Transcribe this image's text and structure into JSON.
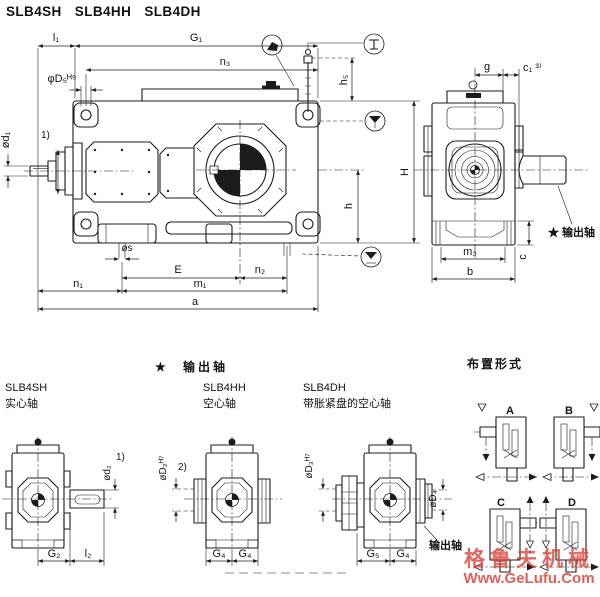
{
  "title": "SLB4SH  SLB4HH  SLB4DH",
  "colors": {
    "line": "#1c1c1c",
    "watermark": "#d8453c"
  },
  "icons": {
    "oil_fill": "oil-fill-icon",
    "breather": "breather-icon",
    "oil_level": "oil-level-icon",
    "oil_drain": "oil-drain-icon"
  },
  "front_view": {
    "dims": {
      "l1": "l₁",
      "G1": "G₁",
      "n3": "n₃",
      "D5": "φD₅ᴴ⁹",
      "d1": "ød₁",
      "d1_note": "1)",
      "h5": "h₅",
      "H": "H",
      "h": "h",
      "s": "øs",
      "E": "E",
      "n2": "n₂",
      "n1": "n₁",
      "m1": "m₁",
      "a": "a"
    }
  },
  "side_view": {
    "dims": {
      "g": "g",
      "c1": "c₁ ³⁾",
      "m3": "m₃",
      "b": "b",
      "c": "c"
    },
    "output_shaft_label": "★ 输出轴"
  },
  "output_shafts": {
    "marker": "★",
    "heading": "输出轴",
    "variants": [
      {
        "model": "SLB4SH",
        "type": "实心轴",
        "dims": {
          "d2": "ød₂",
          "note": "1)",
          "G2": "G₂",
          "l2": "l₂"
        }
      },
      {
        "model": "SLB4HH",
        "type": "空心轴",
        "dims": {
          "D2": "øD₂ᴴ⁷",
          "note": "2)",
          "G4a": "G₄",
          "G4b": "G₄"
        }
      },
      {
        "model": "SLB4DH",
        "type": "带胀紧盘的空心轴",
        "dims": {
          "D3": "øD₃ᴴ⁷",
          "D4": "øD₄",
          "G5": "G₅",
          "G4": "G₄"
        },
        "shaft_label": "输出轴"
      }
    ]
  },
  "arrangements": {
    "heading": "布置形式",
    "labels": [
      "A",
      "B",
      "C",
      "D"
    ]
  },
  "watermark": {
    "line1": "格鲁夫机械",
    "line2": "Www.GeLufu.Com"
  }
}
